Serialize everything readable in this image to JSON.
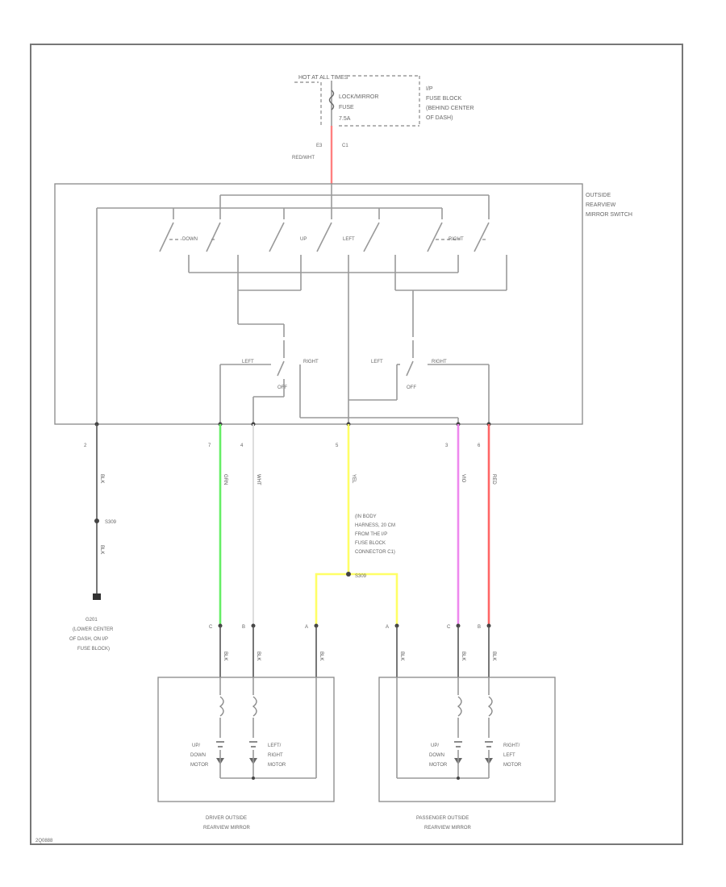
{
  "fuse": {
    "header": "HOT AT ALL TIMES",
    "item1": "LOCK/MIRROR",
    "item2": "FUSE",
    "item3": "7.5A",
    "location_line1": "I/P",
    "location_line2": "FUSE BLOCK",
    "location_line3": "(BEHIND CENTER",
    "location_line4": "OF DASH)"
  },
  "feed": {
    "pin": "E3",
    "connector": "C1",
    "color": "RED/WHT"
  },
  "switch": {
    "name_line1": "OUTSIDE",
    "name_line2": "REARVIEW",
    "name_line3": "MIRROR SWITCH",
    "label_down": "DOWN",
    "label_up": "UP",
    "label_left": "LEFT",
    "label_right": "RIGHT",
    "sel_left_a": "LEFT",
    "sel_right_a": "RIGHT",
    "sel_off_a": "OFF",
    "sel_left_b": "LEFT",
    "sel_right_b": "RIGHT",
    "sel_off_b": "OFF"
  },
  "pins": {
    "p1": "2",
    "p2": "7",
    "p3": "4",
    "p4": "5",
    "p5": "3",
    "p6": "6"
  },
  "wires": {
    "w1": "BLK",
    "w2": "GRN",
    "w3": "WHT",
    "w4": "YEL",
    "w5": "VIO",
    "w6": "RED",
    "w7": "BLK",
    "w8": "BLK"
  },
  "splice": {
    "s1": "S309",
    "s2": "S309",
    "harness_line1": "(IN BODY",
    "harness_line2": "HARNESS, 20 CM",
    "harness_line3": "FROM THE I/P",
    "harness_line4": "FUSE BLOCK",
    "harness_line5": "CONNECTOR C1)"
  },
  "ground": {
    "name": "G201",
    "loc_line1": "(LOWER CENTER",
    "loc_line2": "OF DASH, ON I/P",
    "loc_line3": "FUSE BLOCK)"
  },
  "connectors": {
    "dC": "C",
    "dB": "B",
    "dA": "A",
    "pA": "A",
    "pC": "C",
    "pB": "B"
  },
  "driver_mirror": {
    "motor1_line1": "UP/",
    "motor1_line2": "DOWN",
    "motor1_line3": "MOTOR",
    "motor2_line1": "LEFT/",
    "motor2_line2": "RIGHT",
    "motor2_line3": "MOTOR",
    "title_line1": "DRIVER OUTSIDE",
    "title_line2": "REARVIEW MIRROR"
  },
  "passenger_mirror": {
    "motor1_line1": "UP/",
    "motor1_line2": "DOWN",
    "motor1_line3": "MOTOR",
    "motor2_line1": "RIGHT/",
    "motor2_line2": "LEFT",
    "motor2_line3": "MOTOR",
    "title_line1": "PASSENGER OUTSIDE",
    "title_line2": "REARVIEW MIRROR"
  },
  "footer": {
    "code": "2Q0888"
  },
  "colors": {
    "feed": "#ff8080",
    "green": "#66ee66",
    "white": "#dddddd",
    "yellow": "#ffff66",
    "violet": "#ee88ee",
    "red": "#ff6666",
    "black": "#444444"
  }
}
